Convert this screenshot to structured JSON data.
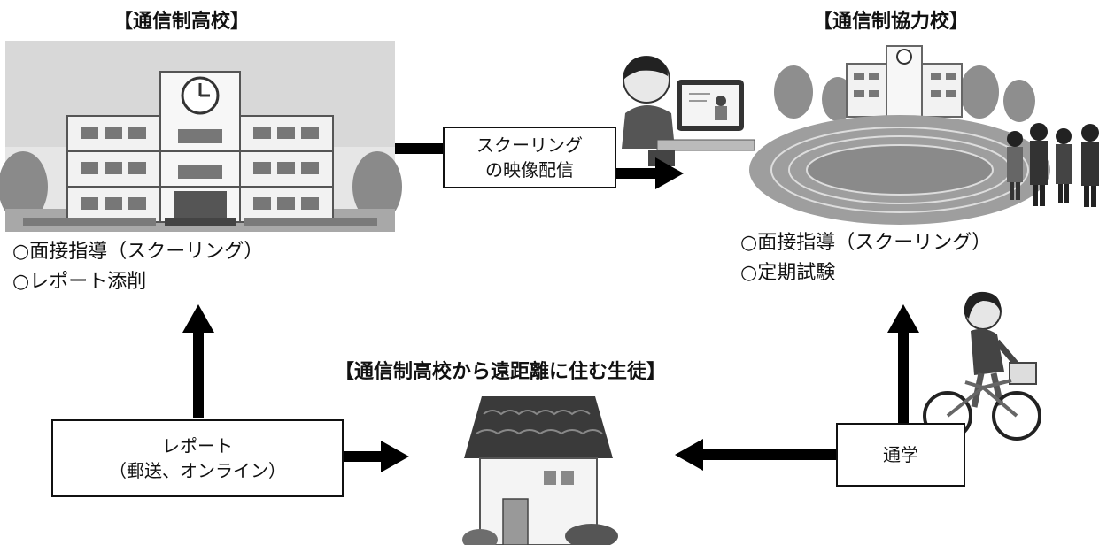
{
  "school": {
    "title": "【通信制高校】",
    "items": [
      "○面接指導（スクーリング）",
      "○レポート添削"
    ]
  },
  "partner_school": {
    "title": "【通信制協力校】",
    "items": [
      "○面接指導（スクーリング）",
      "○定期試験"
    ]
  },
  "student": {
    "title": "【通信制高校から遠距離に住む生徒】"
  },
  "boxes": {
    "streaming": [
      "スクーリング",
      "の映像配信"
    ],
    "report": [
      "レポート",
      "（郵送、オンライン）"
    ],
    "commute": "通学"
  }
}
